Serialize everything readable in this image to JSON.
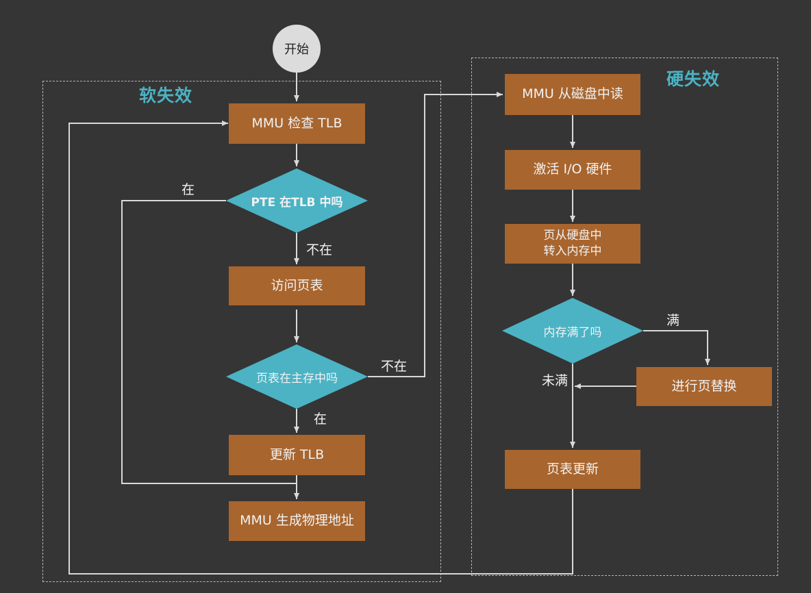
{
  "start": {
    "label": "开始"
  },
  "soft_fault": {
    "title": "软失效",
    "check_tlb": "MMU 检查 TLB",
    "pte_in_tlb": "PTE 在TLB 中吗",
    "access_page_table": "访问页表",
    "page_in_memory": "页表在主存中吗",
    "update_tlb": "更新 TLB",
    "generate_address": "MMU 生成物理地址"
  },
  "hard_fault": {
    "title": "硬失效",
    "read_from_disk": "MMU 从磁盘中读",
    "activate_io": "激活 I/O 硬件",
    "page_to_memory_line1": "页从硬盘中",
    "page_to_memory_line2": "转入内存中",
    "memory_full": "内存满了吗",
    "page_replacement": "进行页替换",
    "update_page_table": "页表更新"
  },
  "edge_labels": {
    "in_tlb": "在",
    "not_in_tlb": "不在",
    "in_memory": "在",
    "not_in_memory": "不在",
    "full": "满",
    "not_full": "未满"
  },
  "colors": {
    "background": "#353535",
    "process_box": "#a8652e",
    "decision": "#4bb3c4",
    "start_node": "#dcdcdc",
    "arrow": "#d9d9d9",
    "region_title": "#4bb3c4"
  }
}
